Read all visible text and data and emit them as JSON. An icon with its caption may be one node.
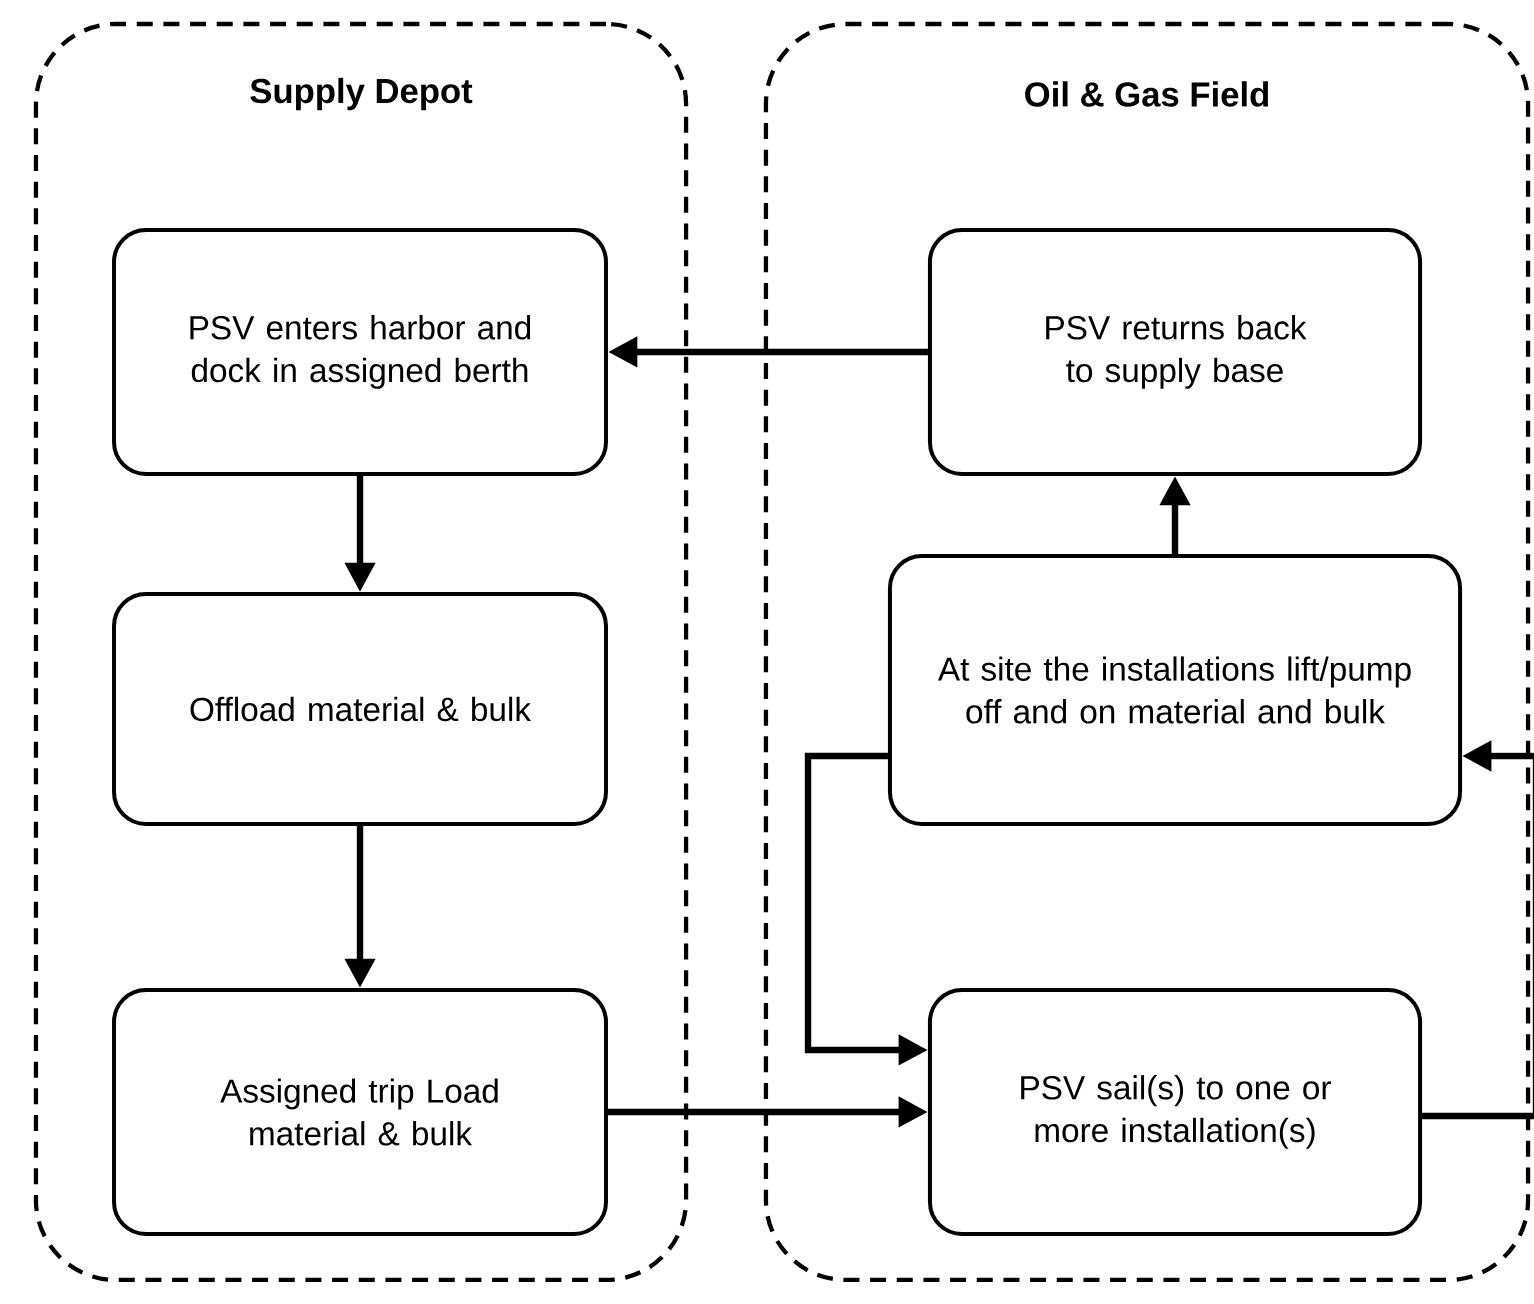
{
  "diagram": {
    "nodes": [
      {
        "text": [
          "Supply Depot"
        ]
      },
      {
        "text": [
          "PSV enters harbor and dock in assigned berth"
        ],
        "in": 0
      },
      {
        "text": [
          "Offload material & bulk"
        ],
        "in": 0
      },
      {
        "text": [
          "Assigned trip Load material & bulk"
        ],
        "in": 0
      },
      {
        "text": [
          "Oil & Gas Field"
        ]
      },
      {
        "text": [
          "PSV returns back to supply base"
        ],
        "in": 4
      },
      {
        "text": [
          "At site the installations lift/pump off and on material and bulk"
        ],
        "in": 4
      },
      {
        "text": [
          "PSV sail(s) to one or more installation(s)"
        ],
        "in": 4
      }
    ],
    "edges": [
      {
        "from": 1,
        "to": 2,
        "arrow": "to"
      },
      {
        "from": 2,
        "to": 3,
        "arrow": "to"
      },
      {
        "from": 3,
        "to": 7,
        "arrow": "to"
      },
      {
        "from": 7,
        "to": 6,
        "arrow": "to"
      },
      {
        "from": 6,
        "to": 7,
        "arrow": "to"
      },
      {
        "from": 6,
        "to": 5,
        "arrow": "to"
      },
      {
        "from": 5,
        "to": 1,
        "arrow": "to"
      }
    ]
  }
}
